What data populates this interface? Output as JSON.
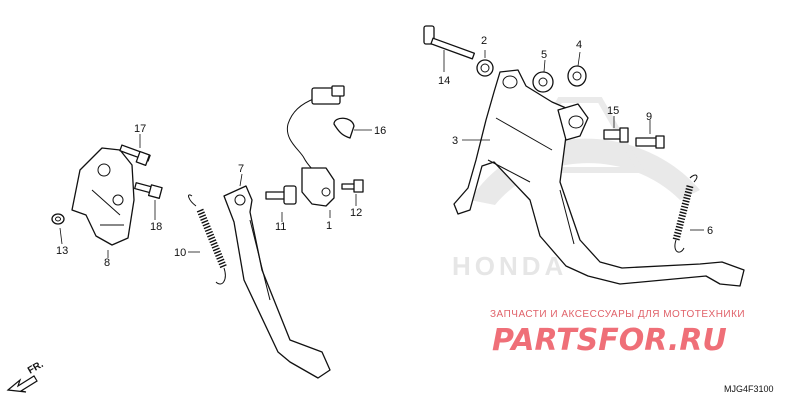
{
  "diagram": {
    "labels": [
      "1",
      "2",
      "3",
      "4",
      "5",
      "6",
      "7",
      "8",
      "9",
      "10",
      "11",
      "12",
      "13",
      "14",
      "15",
      "16",
      "17",
      "18"
    ],
    "direction_marker": "FR.",
    "drawing_code": "MJG4F3100",
    "watermark": {
      "brand_background": "HONDA",
      "tagline": "ЗАПЧАСТИ И АКСЕССУАРЫ ДЛЯ МОТОТЕХНИКИ",
      "logo": "PARTSFOR.RU"
    }
  }
}
